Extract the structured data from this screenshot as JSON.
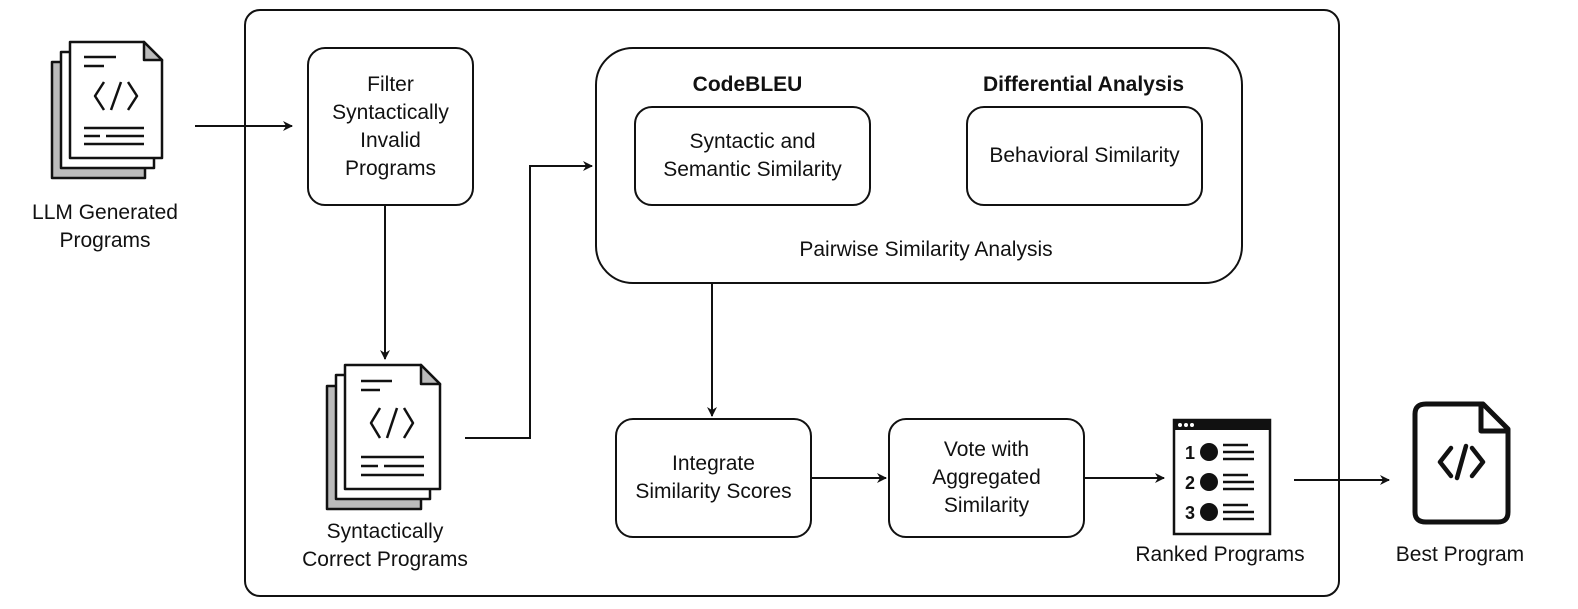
{
  "input": {
    "label": "LLM Generated\nPrograms",
    "icon": "code-files-stack-icon"
  },
  "filter_step": {
    "label": "Filter\nSyntactically\nInvalid\nPrograms"
  },
  "correct_programs": {
    "label": "Syntactically\nCorrect Programs",
    "icon": "code-files-stack-icon"
  },
  "similarity_panel": {
    "title": "Pairwise Similarity Analysis",
    "codebleu": {
      "heading": "CodeBLEU",
      "label": "Syntactic and\nSemantic Similarity"
    },
    "differential": {
      "heading": "Differential Analysis",
      "label": "Behavioral Similarity"
    }
  },
  "integrate_step": {
    "label": "Integrate\nSimilarity Scores"
  },
  "vote_step": {
    "label": "Vote with\nAggregated\nSimilarity"
  },
  "ranked": {
    "label": "Ranked Programs",
    "icon": "ranked-list-icon",
    "ranks": [
      "1",
      "2",
      "3"
    ]
  },
  "best": {
    "label": "Best Program",
    "icon": "code-file-icon"
  }
}
